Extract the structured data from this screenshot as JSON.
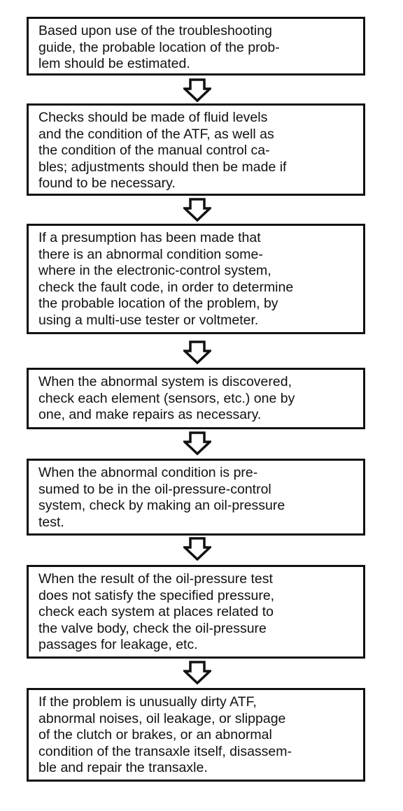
{
  "flowchart": {
    "steps": [
      {
        "text": "Based upon use of the troubleshooting\nguide, the probable location of the prob-\nlem should be estimated."
      },
      {
        "text": "Checks should be made of fluid levels\nand the condition of the ATF, as well as\nthe condition of the manual control ca-\nbles; adjustments should then be made if\nfound to be necessary."
      },
      {
        "text": "If a presumption has been made that\nthere is an abnormal condition some-\nwhere in the electronic-control system,\ncheck the fault code, in order to determine\nthe probable location of the problem, by\nusing a multi-use tester or voltmeter."
      },
      {
        "text": "When the abnormal system is discovered,\ncheck each element (sensors, etc.) one by\none, and make repairs as necessary."
      },
      {
        "text": "When the abnormal condition is pre-\nsumed to be in the oil-pressure-control\nsystem, check by making an oil-pressure\ntest."
      },
      {
        "text": "When the result of the oil-pressure test\ndoes not satisfy the specified pressure,\ncheck each system at places related to\nthe valve body, check the oil-pressure\npassages for leakage, etc."
      },
      {
        "text": "If the problem is unusually dirty ATF,\nabnormal noises, oil leakage, or slippage\nof the clutch or brakes, or an abnormal\ncondition of the transaxle itself, disassem-\nble and repair the transaxle."
      }
    ],
    "arrow_icon": "down-arrow-icon",
    "colors": {
      "line": "#111111",
      "background": "#ffffff"
    }
  }
}
